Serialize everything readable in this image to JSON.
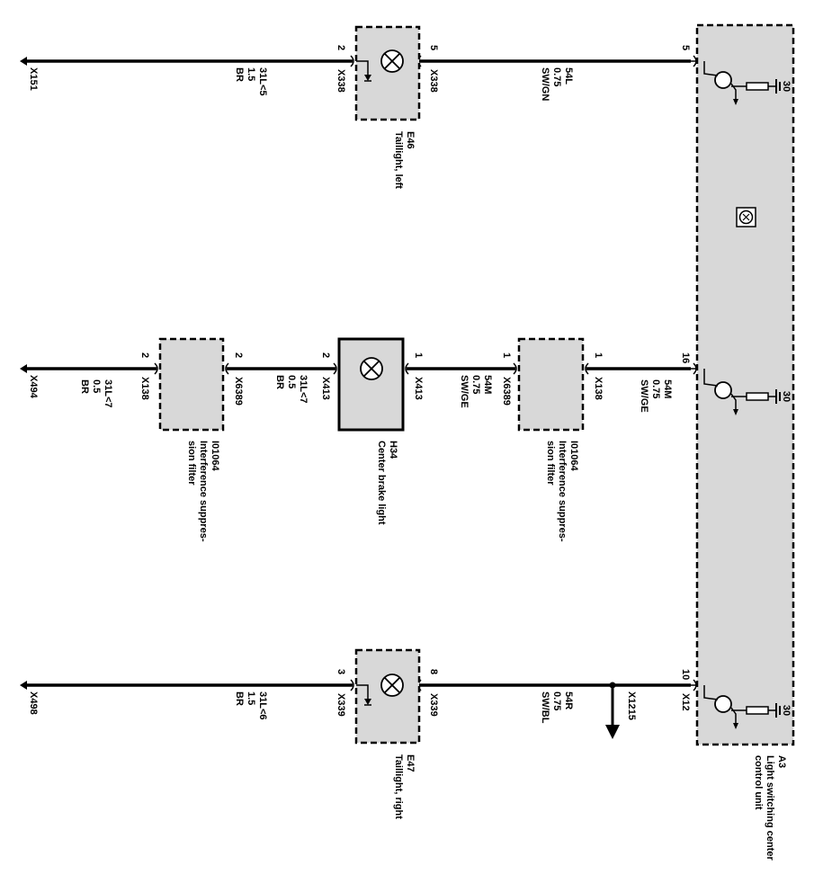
{
  "lines": {
    "left": {
      "end_connector": "X151",
      "wire_in_num": "31L<5",
      "wire_in_size": "1.5",
      "wire_in_color": "BR",
      "comp_pin_in": "2",
      "comp_conn_in": "X338",
      "comp_pin_out": "5",
      "comp_conn_out": "X338",
      "wire_out_num": "54L",
      "wire_out_size": "0.75",
      "wire_out_color": "SW/GN",
      "unit_pin": "5",
      "comp_id": "E46",
      "comp_name": "Taillight, left"
    },
    "center": {
      "end_connector": "X494",
      "wire_a_num": "31L<7",
      "wire_a_size": "0.5",
      "wire_a_color": "BR",
      "f1_pin_in": "2",
      "f1_conn_in": "X138",
      "f1_pin_out": "2",
      "f1_conn_out": "X6389",
      "f1_id": "I01064",
      "f1_name_1": "Interference suppres-",
      "f1_name_2": "sion filter",
      "wire_b_num": "31L<7",
      "wire_b_size": "0.5",
      "wire_b_color": "BR",
      "lamp_pin_in": "2",
      "lamp_conn_in": "X413",
      "lamp_pin_out": "1",
      "lamp_conn_out": "X413",
      "lamp_id": "H34",
      "lamp_name": "Center brake light",
      "wire_c_num": "54M",
      "wire_c_size": "0.75",
      "wire_c_color": "SW/GE",
      "f2_pin_in": "1",
      "f2_conn_in": "X6389",
      "f2_pin_out": "1",
      "f2_conn_out": "X138",
      "f2_id": "I01064",
      "f2_name_1": "Interference suppres-",
      "f2_name_2": "sion filter",
      "wire_d_num": "54M",
      "wire_d_size": "0.75",
      "wire_d_color": "SW/GE",
      "unit_pin": "16"
    },
    "right": {
      "end_connector": "X498",
      "wire_in_num": "31L<6",
      "wire_in_size": "1.5",
      "wire_in_color": "BR",
      "comp_pin_in": "3",
      "comp_conn_in": "X339",
      "comp_pin_out": "8",
      "comp_conn_out": "X339",
      "wire_out_num": "54R",
      "wire_out_size": "0.75",
      "wire_out_color": "SW/BL",
      "splice_connector": "X1215",
      "unit_pin": "10",
      "unit_conn": "X12",
      "comp_id": "E47",
      "comp_name": "Taillight, right"
    }
  },
  "control_unit": {
    "id": "A3",
    "name_1": "Light switching center",
    "name_2": "control unit",
    "resistor_label": "30"
  }
}
